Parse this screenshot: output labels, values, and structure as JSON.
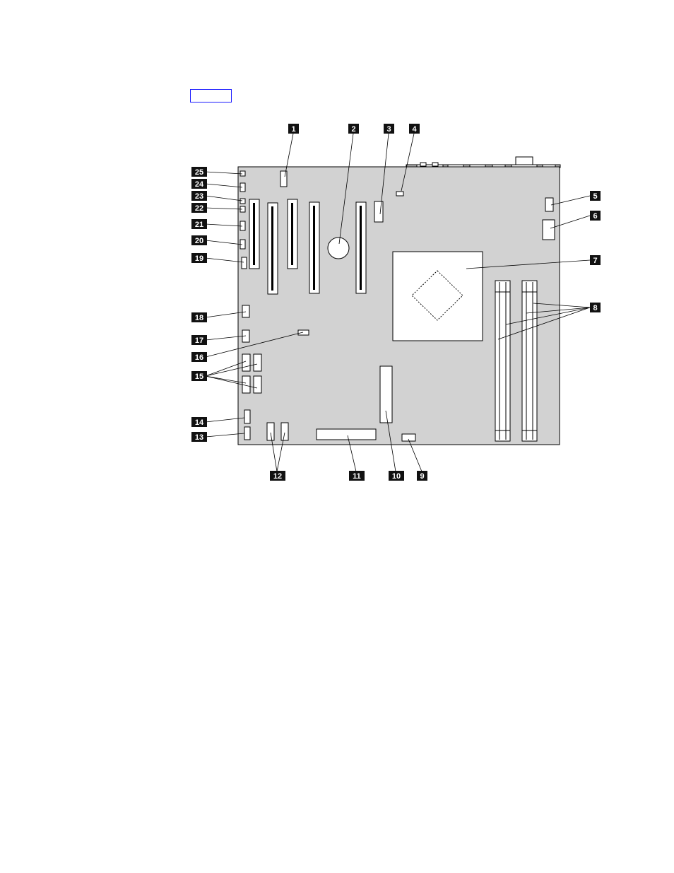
{
  "colors": {
    "board_fill": "#d2d2d2",
    "outline": "#000000",
    "callout_bg": "#111111",
    "callout_text": "#ffffff",
    "link_box": "#1a1aff"
  },
  "callouts": [
    "1",
    "2",
    "3",
    "4",
    "5",
    "6",
    "7",
    "8",
    "9",
    "10",
    "11",
    "12",
    "13",
    "14",
    "15",
    "16",
    "17",
    "18",
    "19",
    "20",
    "21",
    "22",
    "23",
    "24",
    "25"
  ]
}
